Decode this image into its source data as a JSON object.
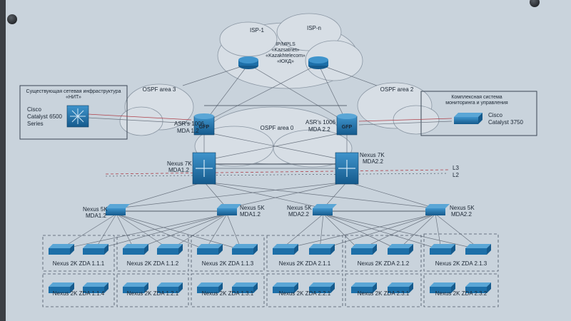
{
  "isp": {
    "isp1": "ISP-1",
    "ispn": "ISP-n",
    "mpls_line1": "IP/MPLS",
    "mpls_line2": "«Kazsatnet»",
    "mpls_line3": "«Kazakhtelecom»",
    "mpls_line4": "«ЮКД»"
  },
  "ospf": {
    "area3": "OSPF area 3",
    "area2": "OSPF area 2",
    "area0": "OSPF area 0"
  },
  "left_box": {
    "title_line1": "Существующая сетевая инфраструктура",
    "title_line2": "«НИТ»",
    "device_line1": "Cisco",
    "device_line2": "Catalyst 6500",
    "device_line3": "Series"
  },
  "right_box": {
    "title_line1": "Комплексная система",
    "title_line2": "мониторинга и управления",
    "device_line1": "Cisco",
    "device_line2": "Catalyst 3750"
  },
  "asr": {
    "left_line1": "ASR's 1006",
    "left_line2": "MDA 1.2",
    "right_line1": "ASR's 1006",
    "right_line2": "MDA 2.2",
    "gfp": "GFP"
  },
  "nexus7k": {
    "left_line1": "Nexus 7K",
    "left_line2": "MDA1.2",
    "right_line1": "Nexus 7K",
    "right_line2": "MDA2.2"
  },
  "layers": {
    "l3": "L3",
    "l2": "L2"
  },
  "nexus5k": [
    {
      "line1": "Nexus 5K",
      "line2": "MDA1.2"
    },
    {
      "line1": "Nexus 5K",
      "line2": "MDA1.2"
    },
    {
      "line1": "Nexus 5K",
      "line2": "MDA2.2"
    },
    {
      "line1": "Nexus 5K",
      "line2": "MDA2.2"
    }
  ],
  "zda": [
    "Nexus 2K ZDA 1.1.1",
    "Nexus 2K ZDA 1.1.2",
    "Nexus 2K ZDA 1.1.3",
    "Nexus 2K ZDA 2.1.1",
    "Nexus 2K ZDA 2.1.2",
    "Nexus 2K ZDA 2.1.3",
    "Nexus 2K ZDA 1.1.4",
    "Nexus 2K ZDA 1.2.1",
    "Nexus 2K ZDA 1.3.1",
    "Nexus 2K ZDA 2.2.1",
    "Nexus 2K ZDA 2.3.1",
    "Nexus 2K ZDA 2.3.2"
  ],
  "colors": {
    "paper": "#c9d3dc",
    "device_blue": "#1d6fa8",
    "link_gray": "#6b7480",
    "link_red": "#b0404a",
    "cloud": "#d7dee5"
  }
}
